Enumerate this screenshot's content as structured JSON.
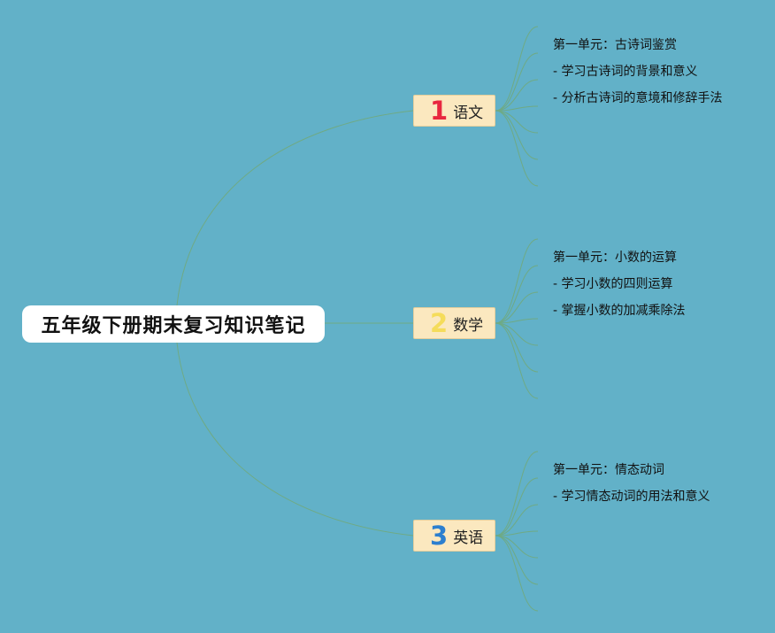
{
  "root": {
    "title": "五年级下册期末复习知识笔记"
  },
  "colors": {
    "background": "#62b1c8",
    "line": "#6faa84",
    "branch_fill": "#fbe8bf",
    "num1": "#e8273f",
    "num2": "#f5dc5a",
    "num3": "#2c7fcf"
  },
  "branches": [
    {
      "num": "1",
      "label": "语文",
      "items": [
        "第一单元：古诗词鉴赏",
        "- 学习古诗词的背景和意义",
        "- 分析古诗词的意境和修辞手法"
      ]
    },
    {
      "num": "2",
      "label": "数学",
      "items": [
        "第一单元：小数的运算",
        "- 学习小数的四则运算",
        "- 掌握小数的加减乘除法"
      ]
    },
    {
      "num": "3",
      "label": "英语",
      "items": [
        "第一单元：情态动词",
        "- 学习情态动词的用法和意义"
      ]
    }
  ]
}
